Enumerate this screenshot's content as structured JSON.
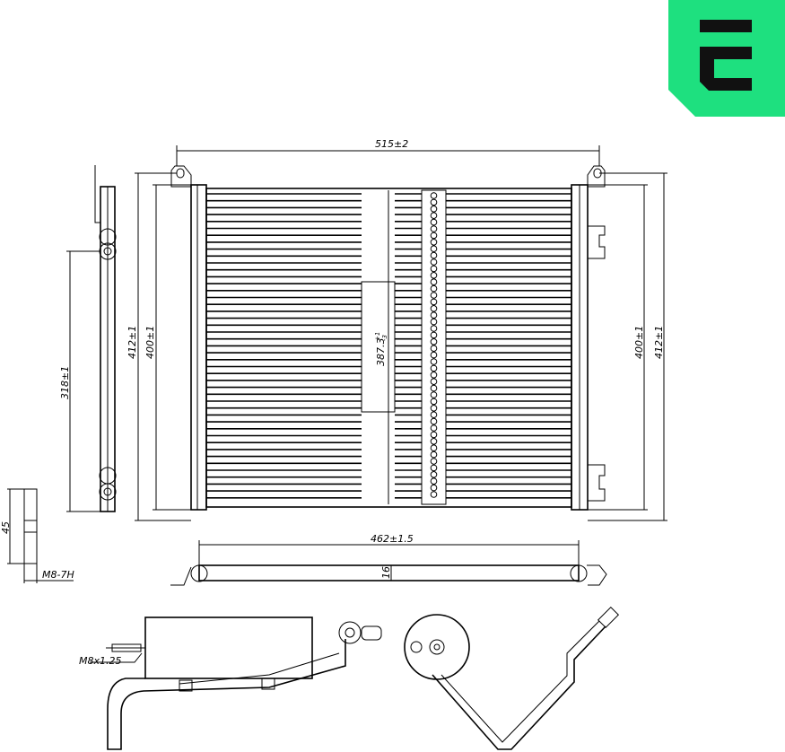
{
  "logo": {
    "letter": "E",
    "brand_color": "#1ee07f",
    "mark_color": "#111111"
  },
  "dimensions": {
    "width_overall": "515±2",
    "height_overall_left": "412±1",
    "height_core_left": "400±1",
    "height_core_right": "400±1",
    "height_overall_right": "412±1",
    "core_height": "387.3",
    "core_height_tol_upper": "+1",
    "core_height_tol_lower": "-3",
    "mount_spacing": "318±1",
    "bracket_height": "45",
    "thread_bracket": "M8-7H",
    "core_width": "462±1.5",
    "depth": "16",
    "thread_drier": "M8x1.25"
  }
}
